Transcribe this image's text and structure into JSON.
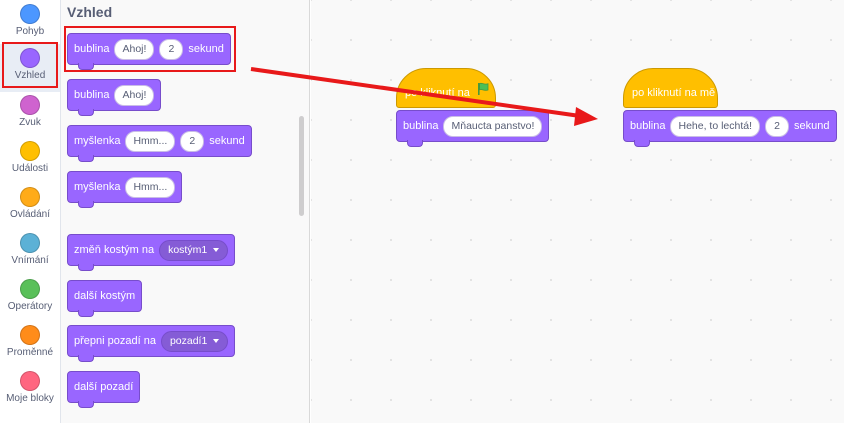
{
  "categories": [
    {
      "label": "Pohyb",
      "color": "#4c97ff"
    },
    {
      "label": "Vzhled",
      "color": "#9966ff",
      "selected": true
    },
    {
      "label": "Zvuk",
      "color": "#cf63cf"
    },
    {
      "label": "Události",
      "color": "#ffbf00"
    },
    {
      "label": "Ovládání",
      "color": "#ffab19"
    },
    {
      "label": "Vnímání",
      "color": "#5cb1d6"
    },
    {
      "label": "Operátory",
      "color": "#59c059"
    },
    {
      "label": "Proměnné",
      "color": "#ff8c1a"
    },
    {
      "label": "Moje bloky",
      "color": "#ff6680"
    }
  ],
  "palette": {
    "title": "Vzhled",
    "blocks": {
      "say_for": {
        "label": "bublina",
        "text": "Ahoj!",
        "secs": "2",
        "unit": "sekund"
      },
      "say": {
        "label": "bublina",
        "text": "Ahoj!"
      },
      "think_for": {
        "label": "myšlenka",
        "text": "Hmm...",
        "secs": "2",
        "unit": "sekund"
      },
      "think": {
        "label": "myšlenka",
        "text": "Hmm..."
      },
      "switch_costume": {
        "label": "změň kostým na",
        "value": "kostým1"
      },
      "next_costume": {
        "label": "další kostým"
      },
      "switch_backdrop": {
        "label": "přepni pozadí na",
        "value": "pozadí1"
      },
      "next_backdrop": {
        "label": "další pozadí"
      }
    }
  },
  "workspace": {
    "script1": {
      "hat_label": "po kliknutí na",
      "flag_icon": "green-flag-icon",
      "say_label": "bublina",
      "say_text": "Mňaucta panstvo!"
    },
    "script2": {
      "hat_label": "po kliknutí na mě",
      "say_label": "bublina",
      "say_text": "Hehe, to lechtá!",
      "secs": "2",
      "unit": "sekund"
    }
  },
  "colors": {
    "looks": "#9966ff",
    "events": "#ffbf00",
    "annotation": "#e8191a"
  }
}
